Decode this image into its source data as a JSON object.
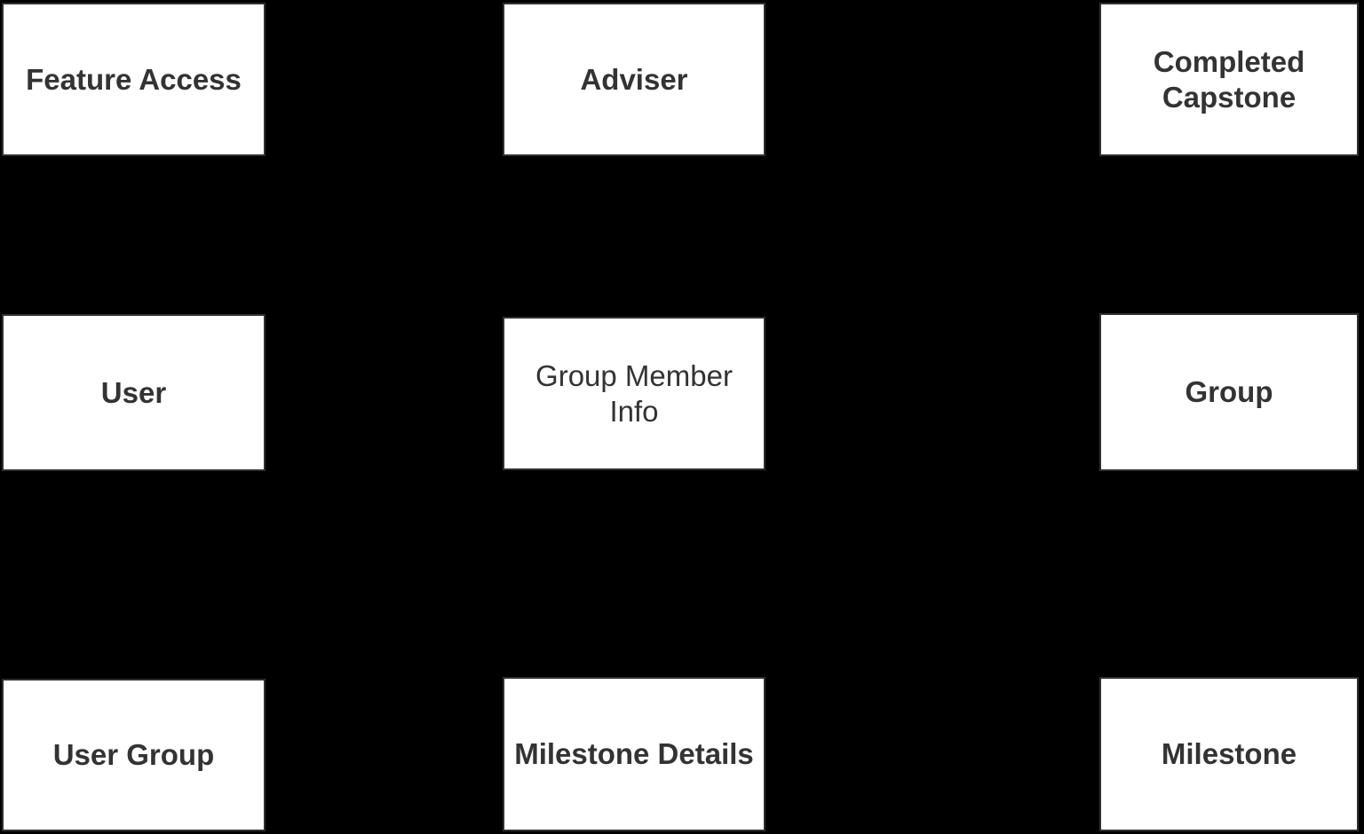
{
  "diagram": {
    "type": "entity-diagram",
    "colors": {
      "background": "#000000",
      "box_fill": "#ffffff",
      "box_border": "#2f2f2f",
      "text": "#333333"
    },
    "entities": [
      {
        "id": "feature-access",
        "label": "Feature Access",
        "weight": "bold",
        "row": 1,
        "col": 1
      },
      {
        "id": "adviser",
        "label": "Adviser",
        "weight": "bold",
        "row": 1,
        "col": 2
      },
      {
        "id": "completed-capstone",
        "label": "Completed Capstone",
        "weight": "bold",
        "row": 1,
        "col": 3
      },
      {
        "id": "user",
        "label": "User",
        "weight": "bold",
        "row": 2,
        "col": 1
      },
      {
        "id": "group-member-info",
        "label": "Group Member Info",
        "weight": "regular",
        "row": 2,
        "col": 2
      },
      {
        "id": "group",
        "label": "Group",
        "weight": "bold",
        "row": 2,
        "col": 3
      },
      {
        "id": "user-group",
        "label": "User Group",
        "weight": "bold",
        "row": 3,
        "col": 1
      },
      {
        "id": "milestone-details",
        "label": "Milestone Details",
        "weight": "bold",
        "row": 3,
        "col": 2
      },
      {
        "id": "milestone",
        "label": "Milestone",
        "weight": "bold",
        "row": 3,
        "col": 3
      }
    ]
  }
}
